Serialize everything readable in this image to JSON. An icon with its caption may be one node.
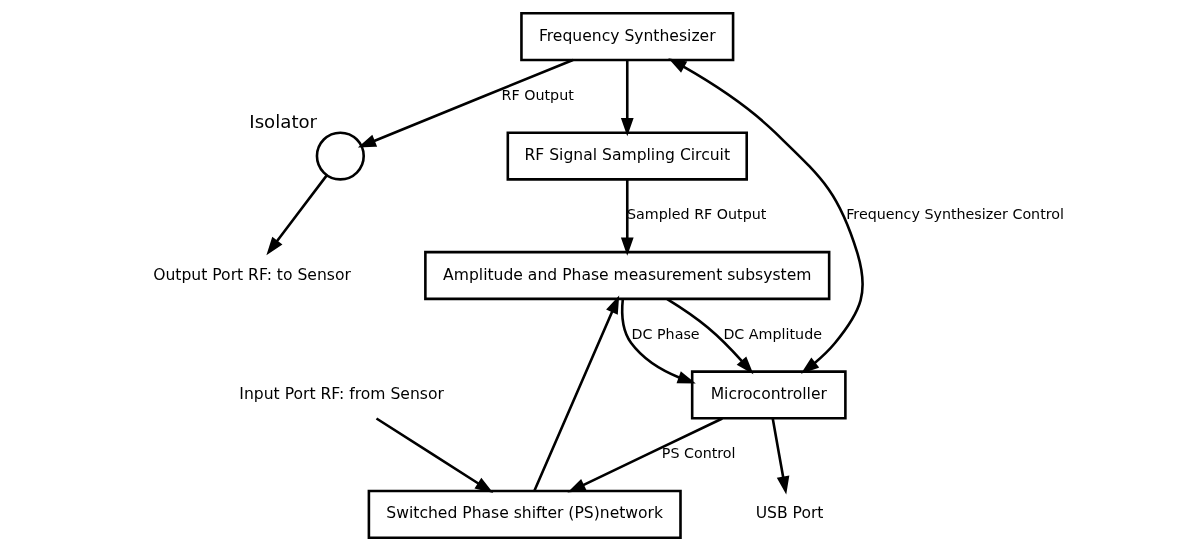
{
  "diagram": {
    "nodes": [
      {
        "text": [
          "Frequency Synthesizer"
        ]
      },
      {
        "text": [
          "Isolator"
        ]
      },
      {
        "text": [
          "Output Port RF: to Sensor"
        ]
      },
      {
        "text": [
          "RF Signal Sampling Circuit"
        ]
      },
      {
        "text": [
          "Input Port RF: from Sensor"
        ]
      },
      {
        "text": [
          "Switched Phase shifter (PS)network"
        ]
      },
      {
        "text": [
          "Microcontroller"
        ]
      },
      {
        "text": [
          "USB Port"
        ]
      },
      {
        "text": [
          "Amplitude and Phase measurement subsystem"
        ]
      }
    ],
    "edges": [
      {
        "from": 0,
        "to": 1,
        "arrow": "to",
        "label": "RF Output"
      },
      {
        "from": 1,
        "to": 2,
        "arrow": "to"
      },
      {
        "from": 0,
        "to": 3,
        "arrow": "to"
      },
      {
        "from": 6,
        "to": 0,
        "arrow": "both",
        "label": "Frequency Synthesizer Control"
      },
      {
        "from": 4,
        "to": 5,
        "arrow": "to"
      },
      {
        "from": 6,
        "to": 5,
        "arrow": "to",
        "label": "PS Control"
      },
      {
        "from": 3,
        "to": 8,
        "arrow": "to",
        "label": "Sampled RF Output"
      },
      {
        "from": 5,
        "to": 8,
        "arrow": "to"
      },
      {
        "from": 8,
        "to": 6,
        "arrow": "to",
        "label": "DC Phase"
      },
      {
        "from": 8,
        "to": 6,
        "arrow": "to",
        "label": "DC Amplitude"
      },
      {
        "from": 6,
        "to": 7,
        "arrow": "to"
      }
    ]
  }
}
